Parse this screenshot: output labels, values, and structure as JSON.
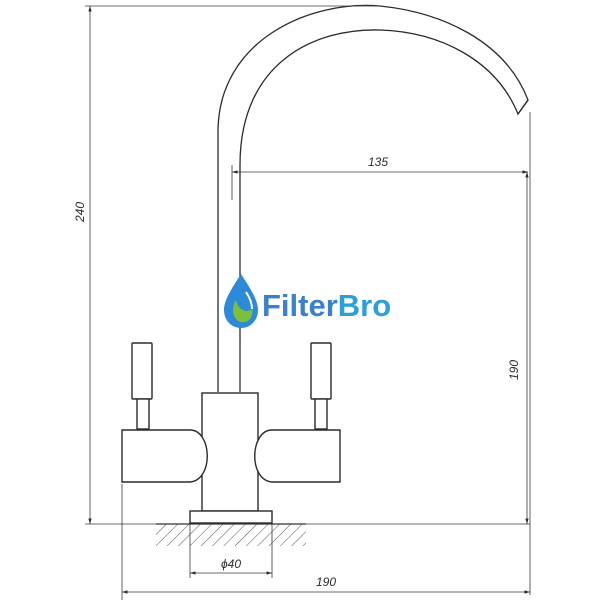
{
  "dimensions": {
    "total_height": "240",
    "spout_reach": "135",
    "spout_height": "190",
    "base_diameter": "ϕ40",
    "total_width": "190"
  },
  "logo": {
    "part1": "Filter",
    "part2": "Bro",
    "part1_color": "#3a7fd0",
    "part2_color": "#2a9fd8",
    "drop_icon_colors": [
      "#2d8ad8",
      "#7bbf3a"
    ]
  }
}
